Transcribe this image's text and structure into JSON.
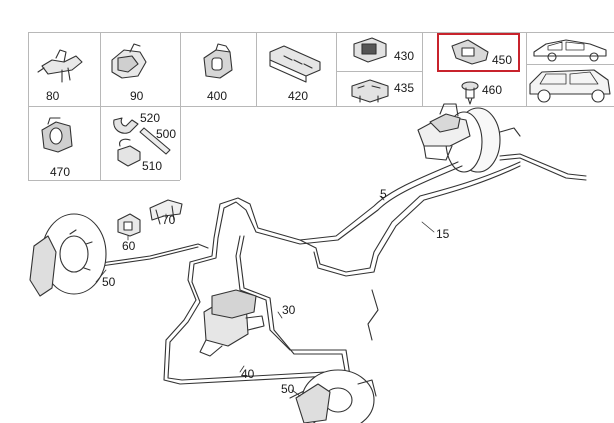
{
  "parts_catalog": {
    "selected_part": "450",
    "colors": {
      "selection": "#c8232c",
      "line": "#333333",
      "grid": "#b8b8b8"
    },
    "cells": {
      "p80": "80",
      "p90": "90",
      "p400": "400",
      "p420": "420",
      "p430": "430",
      "p435": "435",
      "p450": "450",
      "p460": "460",
      "p470": "470",
      "p520": "520",
      "p500": "500",
      "p510": "510"
    },
    "diagram_labels": {
      "l5": "5",
      "l15": "15",
      "l30": "30",
      "l40": "40",
      "l50a": "50",
      "l50b": "50",
      "l60": "60",
      "l70": "70"
    },
    "icons": [
      "clip-80-icon",
      "bracket-90-icon",
      "holder-400-icon",
      "connector-420-icon",
      "clip-430-icon",
      "clip-435-icon",
      "clip-450-icon",
      "plug-460-icon",
      "holder-470-icon",
      "clip-520-icon",
      "sleeve-500-icon",
      "clip-510-icon",
      "car-sedan-icon",
      "car-suv-icon"
    ]
  }
}
